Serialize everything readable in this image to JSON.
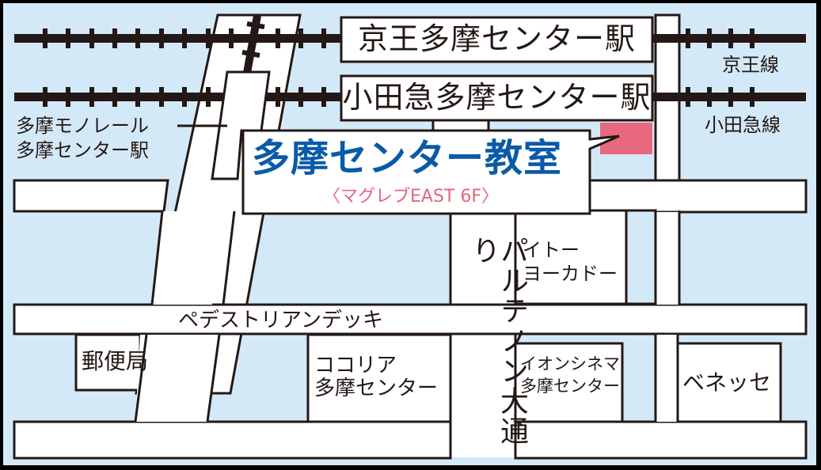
{
  "map": {
    "title": "多摩センター教室",
    "subtitle": "〈マグレブEAST 6F〉",
    "colors": {
      "background": "#d4e9f8",
      "road": "#ffffff",
      "outline": "#231815",
      "title": "#0a5aa8",
      "accent_pink": "#e8697f"
    }
  },
  "stations": {
    "keio": "京王多摩センター駅",
    "odakyu": "小田急多摩センター駅",
    "monorail_line1": "多摩モノレール",
    "monorail_line2": "多摩センター駅"
  },
  "railway_lines": {
    "keio": "京王線",
    "odakyu": "小田急線"
  },
  "roads": {
    "pedestrian_deck": "ペデストリアンデッキ",
    "parthenon_avenue": "パルテノン大通り"
  },
  "buildings": {
    "post_office": "郵便局",
    "cocoria_line1": "ココリア",
    "cocoria_line2": "多摩センター",
    "ito_yokado_line1": "イトー",
    "ito_yokado_line2": "ヨーカドー",
    "aeon_cinema_line1": "イオンシネマ",
    "aeon_cinema_line2": "多摩センター",
    "benesse": "ベネッセ"
  },
  "marker": {
    "target_building": "pink-marker"
  }
}
